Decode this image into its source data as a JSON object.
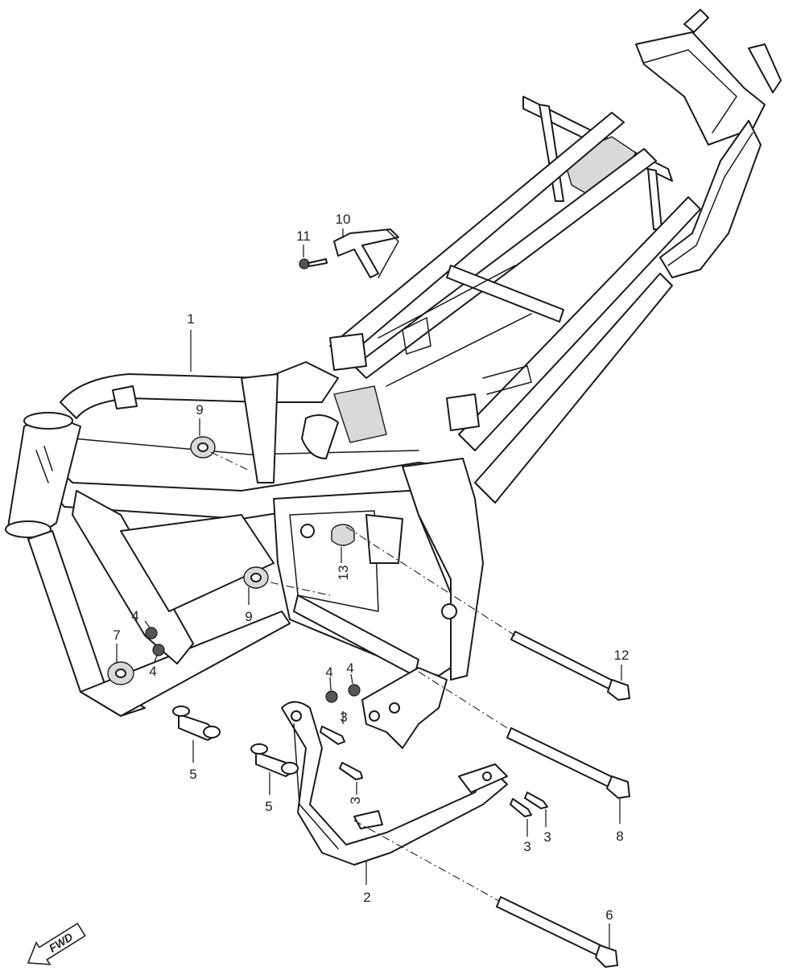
{
  "callouts": {
    "c1": "1",
    "c2": "2",
    "c3a": "3",
    "c3b": "3",
    "c3c": "3",
    "c3d": "3",
    "c4a": "4",
    "c4b": "4",
    "c4c": "4",
    "c4d": "4",
    "c5a": "5",
    "c5b": "5",
    "c6": "6",
    "c7": "7",
    "c8": "8",
    "c9a": "9",
    "c9b": "9",
    "c10": "10",
    "c11": "11",
    "c12": "12",
    "c13": "13"
  },
  "direction_label": "FWD"
}
